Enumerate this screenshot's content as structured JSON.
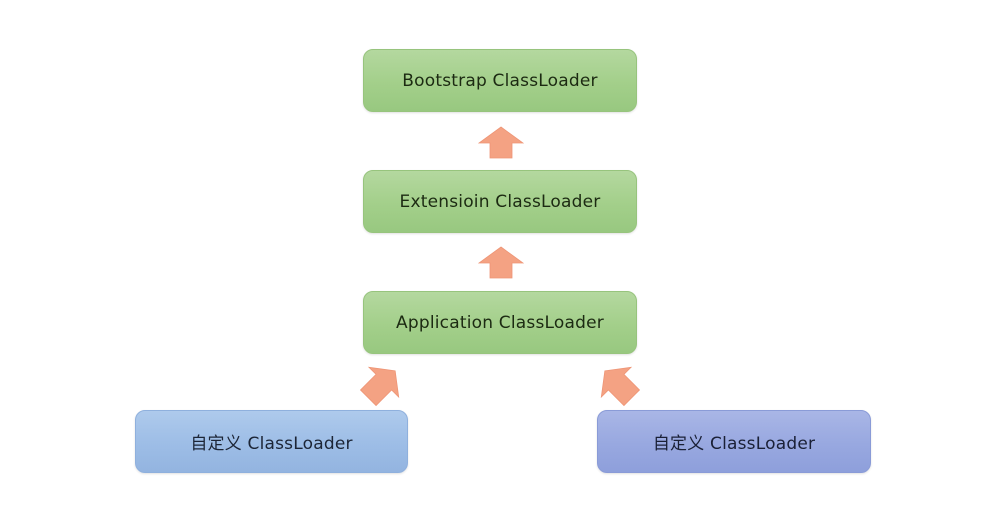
{
  "diagram": {
    "title": "",
    "nodes": [
      {
        "id": "bootstrap",
        "label": "Bootstrap ClassLoader",
        "color": "#a3cf8a"
      },
      {
        "id": "extension",
        "label": "Extensioin ClassLoader",
        "color": "#a3cf8a"
      },
      {
        "id": "application",
        "label": "Application ClassLoader",
        "color": "#a3cf8a"
      },
      {
        "id": "custom-left",
        "label": "自定义 ClassLoader",
        "color": "#9dbde6"
      },
      {
        "id": "custom-right",
        "label": "自定义 ClassLoader",
        "color": "#98a8e0"
      }
    ],
    "edges": [
      {
        "from": "extension",
        "to": "bootstrap",
        "icon": "arrow-up-icon"
      },
      {
        "from": "application",
        "to": "extension",
        "icon": "arrow-up-icon"
      },
      {
        "from": "custom-left",
        "to": "application",
        "icon": "arrow-up-right-icon"
      },
      {
        "from": "custom-right",
        "to": "application",
        "icon": "arrow-up-left-icon"
      }
    ],
    "arrow_color": "#f4a283"
  }
}
